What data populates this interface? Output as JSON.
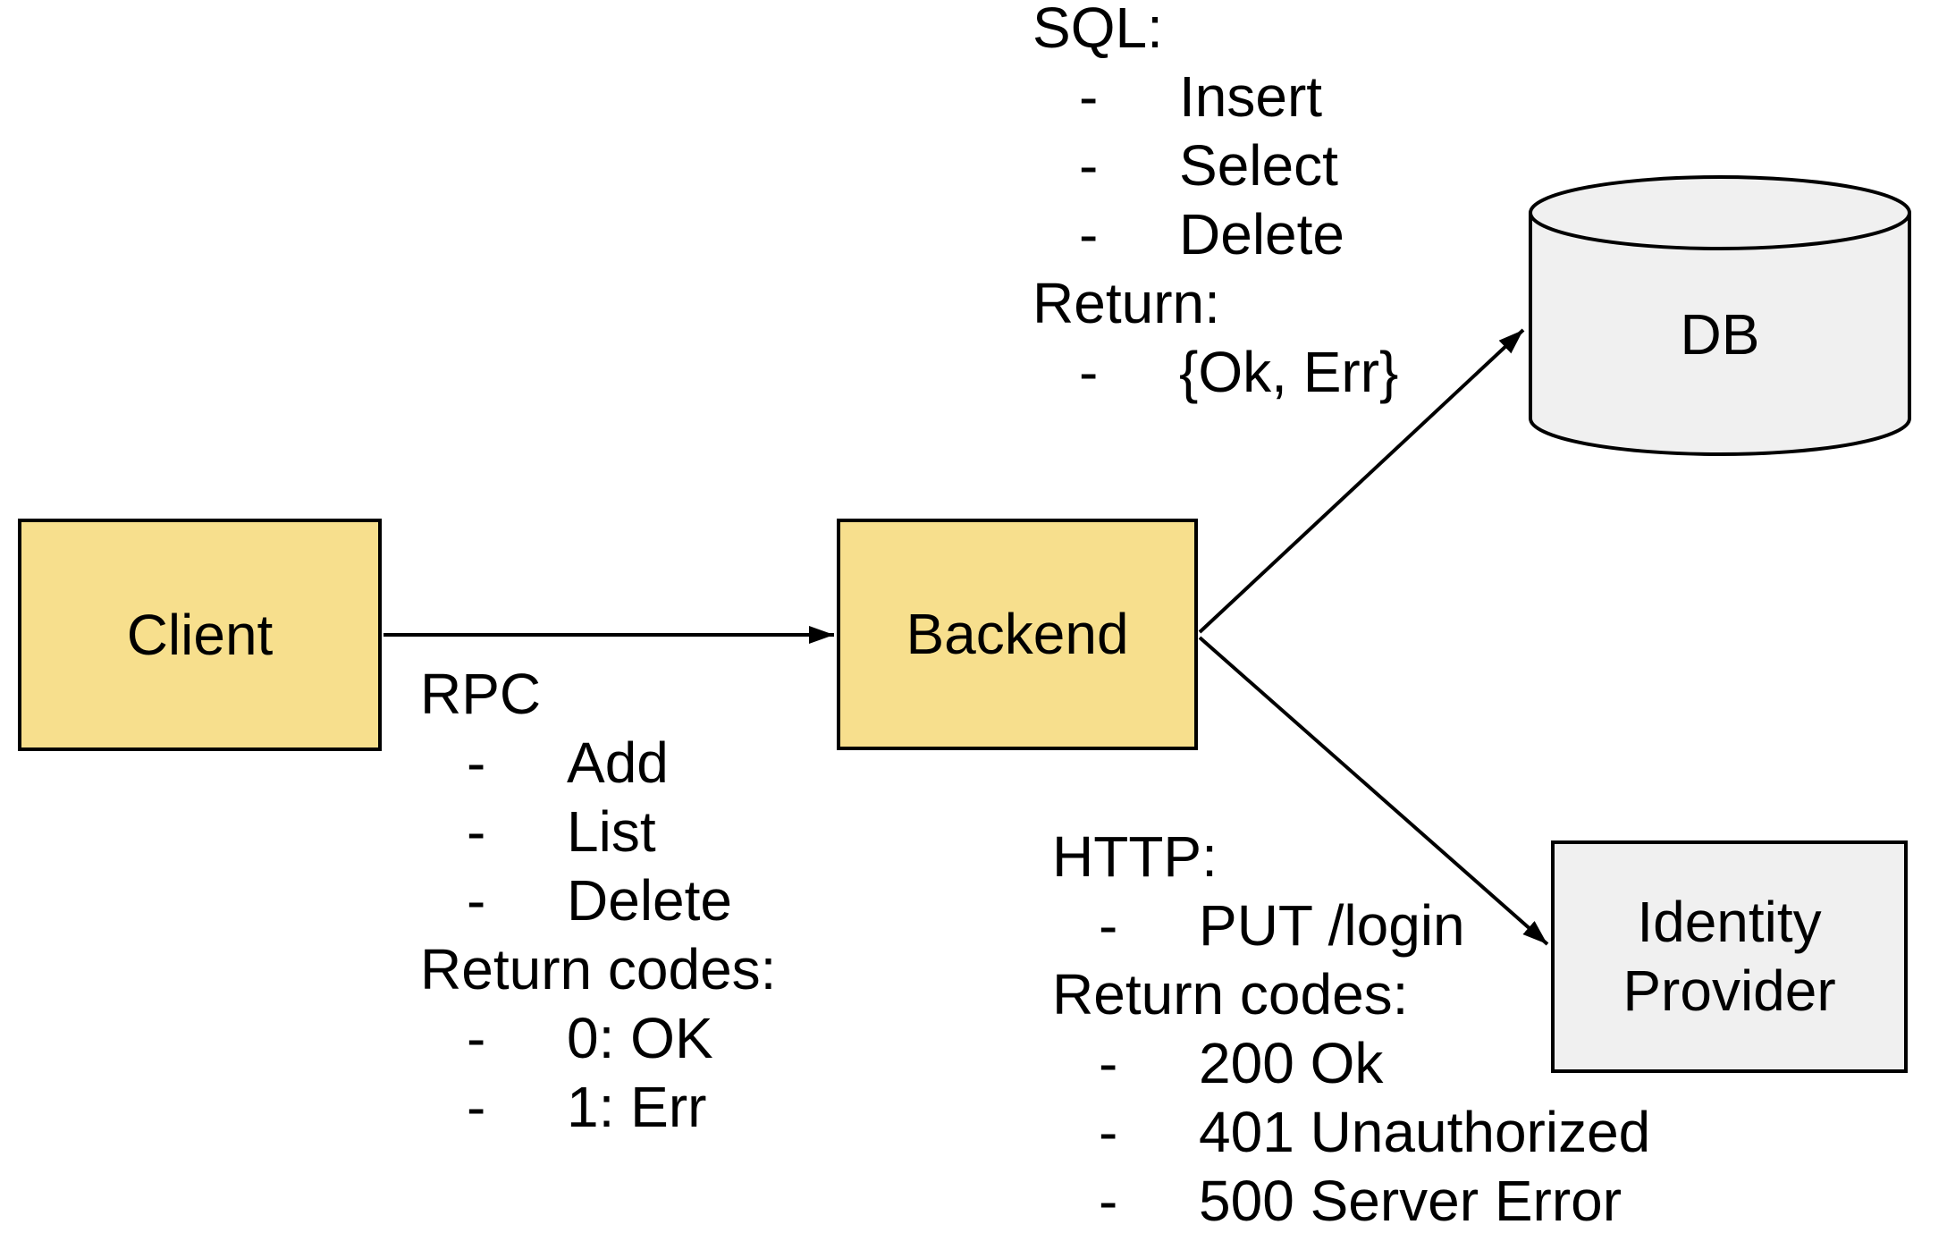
{
  "colors": {
    "node_yellow": "#f7df8d",
    "node_gray": "#f0f0f0",
    "stroke": "#000000",
    "text": "#000000",
    "background": "#ffffff"
  },
  "nodes": {
    "client": {
      "label": "Client"
    },
    "backend": {
      "label": "Backend"
    },
    "db": {
      "label": "DB"
    },
    "identity_provider": {
      "label": "Identity Provider"
    }
  },
  "edges": [
    {
      "from": "client",
      "to": "backend"
    },
    {
      "from": "backend",
      "to": "db"
    },
    {
      "from": "backend",
      "to": "identity_provider"
    }
  ],
  "annotations": {
    "bullet_glyph": "-",
    "rpc": {
      "lines": [
        {
          "text": "RPC",
          "bullet": false
        },
        {
          "text": "Add",
          "bullet": true
        },
        {
          "text": "List",
          "bullet": true
        },
        {
          "text": "Delete",
          "bullet": true
        },
        {
          "text": "Return codes:",
          "bullet": false
        },
        {
          "text": "0: OK",
          "bullet": true
        },
        {
          "text": "1: Err",
          "bullet": true
        }
      ]
    },
    "sql": {
      "lines": [
        {
          "text": "SQL:",
          "bullet": false
        },
        {
          "text": "Insert",
          "bullet": true
        },
        {
          "text": "Select",
          "bullet": true
        },
        {
          "text": "Delete",
          "bullet": true
        },
        {
          "text": "Return:",
          "bullet": false
        },
        {
          "text": "{Ok, Err}",
          "bullet": true
        }
      ]
    },
    "http": {
      "lines": [
        {
          "text": "HTTP:",
          "bullet": false
        },
        {
          "text": "PUT /login",
          "bullet": true
        },
        {
          "text": "Return codes:",
          "bullet": false
        },
        {
          "text": "200 Ok",
          "bullet": true
        },
        {
          "text": "401 Unauthorized",
          "bullet": true
        },
        {
          "text": "500 Server Error",
          "bullet": true
        }
      ]
    }
  }
}
